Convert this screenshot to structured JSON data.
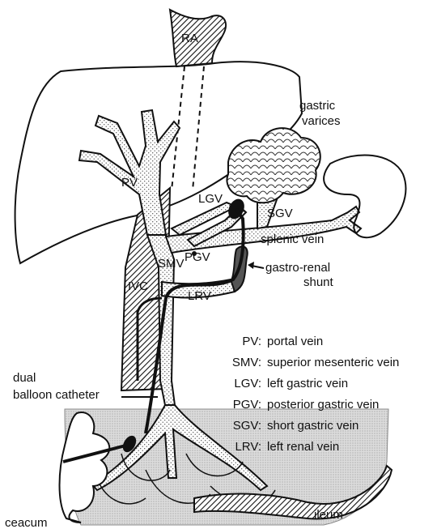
{
  "labels": {
    "ra": "RA",
    "pv": "PV",
    "lgv": "LGV",
    "pgv": "PGV",
    "sgv": "SGV",
    "smv": "SMV",
    "ivc": "IVC",
    "lrv": "LRV",
    "splenic_vein": "splenic vein",
    "gastric_varices_1": "gastric",
    "gastric_varices_2": "varices",
    "shunt_1": "gastro-renal",
    "shunt_2": "shunt",
    "catheter_1": "dual",
    "catheter_2": "balloon catheter",
    "ceacum": "ceacum",
    "ileum": "ileum"
  },
  "legend": [
    {
      "abbr": "PV:",
      "text": "portal vein"
    },
    {
      "abbr": "SMV:",
      "text": "superior mesenteric vein"
    },
    {
      "abbr": "LGV:",
      "text": "left gastric vein"
    },
    {
      "abbr": "PGV:",
      "text": "posterior gastric vein"
    },
    {
      "abbr": "SGV:",
      "text": "short gastric vein"
    },
    {
      "abbr": "LRV:",
      "text": "left renal vein"
    }
  ]
}
